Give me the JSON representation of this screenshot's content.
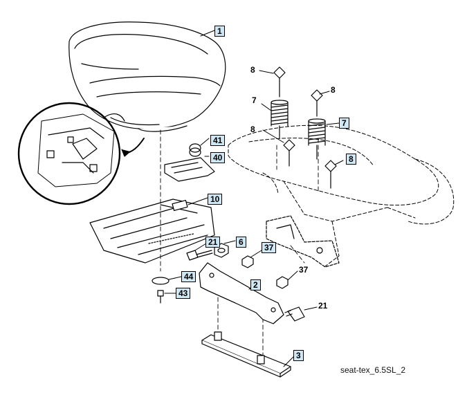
{
  "callouts": [
    {
      "id": "1",
      "label": "1",
      "boxed": true
    },
    {
      "id": "8a",
      "label": "8",
      "boxed": false
    },
    {
      "id": "8b",
      "label": "8",
      "boxed": false
    },
    {
      "id": "7a",
      "label": "7",
      "boxed": false
    },
    {
      "id": "7b",
      "label": "7",
      "boxed": true
    },
    {
      "id": "8c",
      "label": "8",
      "boxed": false
    },
    {
      "id": "8d",
      "label": "8",
      "boxed": true
    },
    {
      "id": "41",
      "label": "41",
      "boxed": true
    },
    {
      "id": "40",
      "label": "40",
      "boxed": true
    },
    {
      "id": "10",
      "label": "10",
      "boxed": true
    },
    {
      "id": "21a",
      "label": "21",
      "boxed": true
    },
    {
      "id": "6",
      "label": "6",
      "boxed": true
    },
    {
      "id": "37a",
      "label": "37",
      "boxed": true
    },
    {
      "id": "37b",
      "label": "37",
      "boxed": false
    },
    {
      "id": "44",
      "label": "44",
      "boxed": true
    },
    {
      "id": "43",
      "label": "43",
      "boxed": true
    },
    {
      "id": "2",
      "label": "2",
      "boxed": true
    },
    {
      "id": "21b",
      "label": "21",
      "boxed": false
    },
    {
      "id": "3",
      "label": "3",
      "boxed": true
    }
  ],
  "caption": "seat-tex_6.5SL_2"
}
